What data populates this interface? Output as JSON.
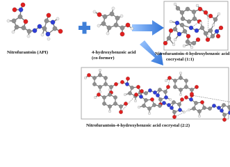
{
  "labels": {
    "api": "Nitrofurantoin (API)",
    "coformer_line1": "4-hydroxybenzoic acid",
    "coformer_line2": "(co-former)",
    "cocrystal_11_line1": "Nitrofurantoin-4-hydroxybenzoic acid",
    "cocrystal_11_line2": "cocrystal (1:1)",
    "cocrystal_22": "Nitrofurantoin-4-hydroxybenzoic acid cocrystal (2:2)"
  },
  "colors": {
    "carbon": "#8f8f8f",
    "oxygen": "#e02020",
    "nitrogen": "#2f3fd6",
    "hydrogen": "#ececec",
    "plus": "#3f7fd8",
    "arrow": "#4a8fe6",
    "hbond": "#6a6a6a"
  }
}
